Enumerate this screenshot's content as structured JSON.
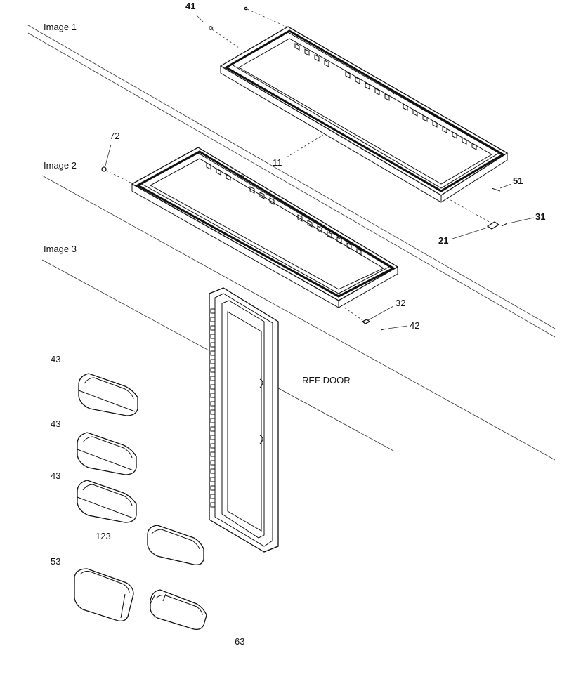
{
  "sections": [
    {
      "id": "image-1",
      "label": "Image 1"
    },
    {
      "id": "image-2",
      "label": "Image 2"
    },
    {
      "id": "image-3",
      "label": "Image 3"
    }
  ],
  "door_label": "REF DOOR",
  "callouts": {
    "p41": "41",
    "p11": "11",
    "p72": "72",
    "p51": "51",
    "p31": "31",
    "p21": "21",
    "p32": "32",
    "p42": "42",
    "p43a": "43",
    "p43b": "43",
    "p43c": "43",
    "p123": "123",
    "p53": "53",
    "p63": "63"
  }
}
